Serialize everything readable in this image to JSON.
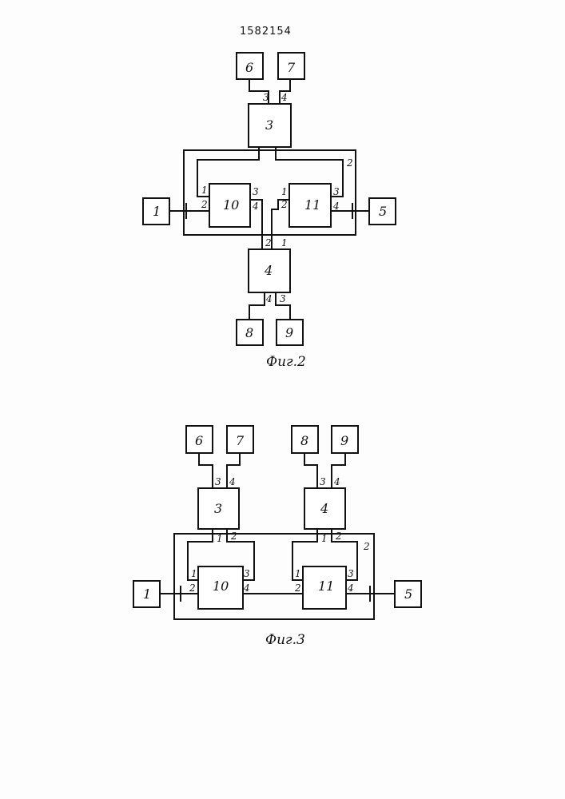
{
  "document": {
    "patent_number": "1582154"
  },
  "fig2": {
    "caption": "Фиг.2",
    "blocks": {
      "b6": "6",
      "b7": "7",
      "b3": "3",
      "b10": "10",
      "b11": "11",
      "b1": "1",
      "b5": "5",
      "b4": "4",
      "b8": "8",
      "b9": "9"
    },
    "pins": {
      "p3_top3": "3",
      "p3_top4": "4",
      "frame2": "2",
      "b10_1": "1",
      "b10_2": "2",
      "b10_3": "3",
      "b10_4": "4",
      "b11_1": "1",
      "b11_2": "2",
      "b11_3": "3",
      "b11_4": "4",
      "b4_2": "2",
      "b4_1": "1",
      "b4_4": "4",
      "b4_3": "3"
    }
  },
  "fig3": {
    "caption": "Фиг.3",
    "blocks": {
      "b6": "6",
      "b7": "7",
      "b8": "8",
      "b9": "9",
      "b3": "3",
      "b4": "4",
      "b10": "10",
      "b11": "11",
      "b1": "1",
      "b5": "5"
    },
    "pins": {
      "b3_3": "3",
      "b3_4": "4",
      "b4_3": "3",
      "b4_4": "4",
      "b3_1": "1",
      "b3_2": "2",
      "b4_1": "1",
      "b4_2": "2",
      "frame2": "2",
      "b10_1": "1",
      "b10_2": "2",
      "b10_3": "3",
      "b10_4": "4",
      "b11_1": "1",
      "b11_2": "2",
      "b11_3": "3",
      "b11_4": "4"
    }
  }
}
